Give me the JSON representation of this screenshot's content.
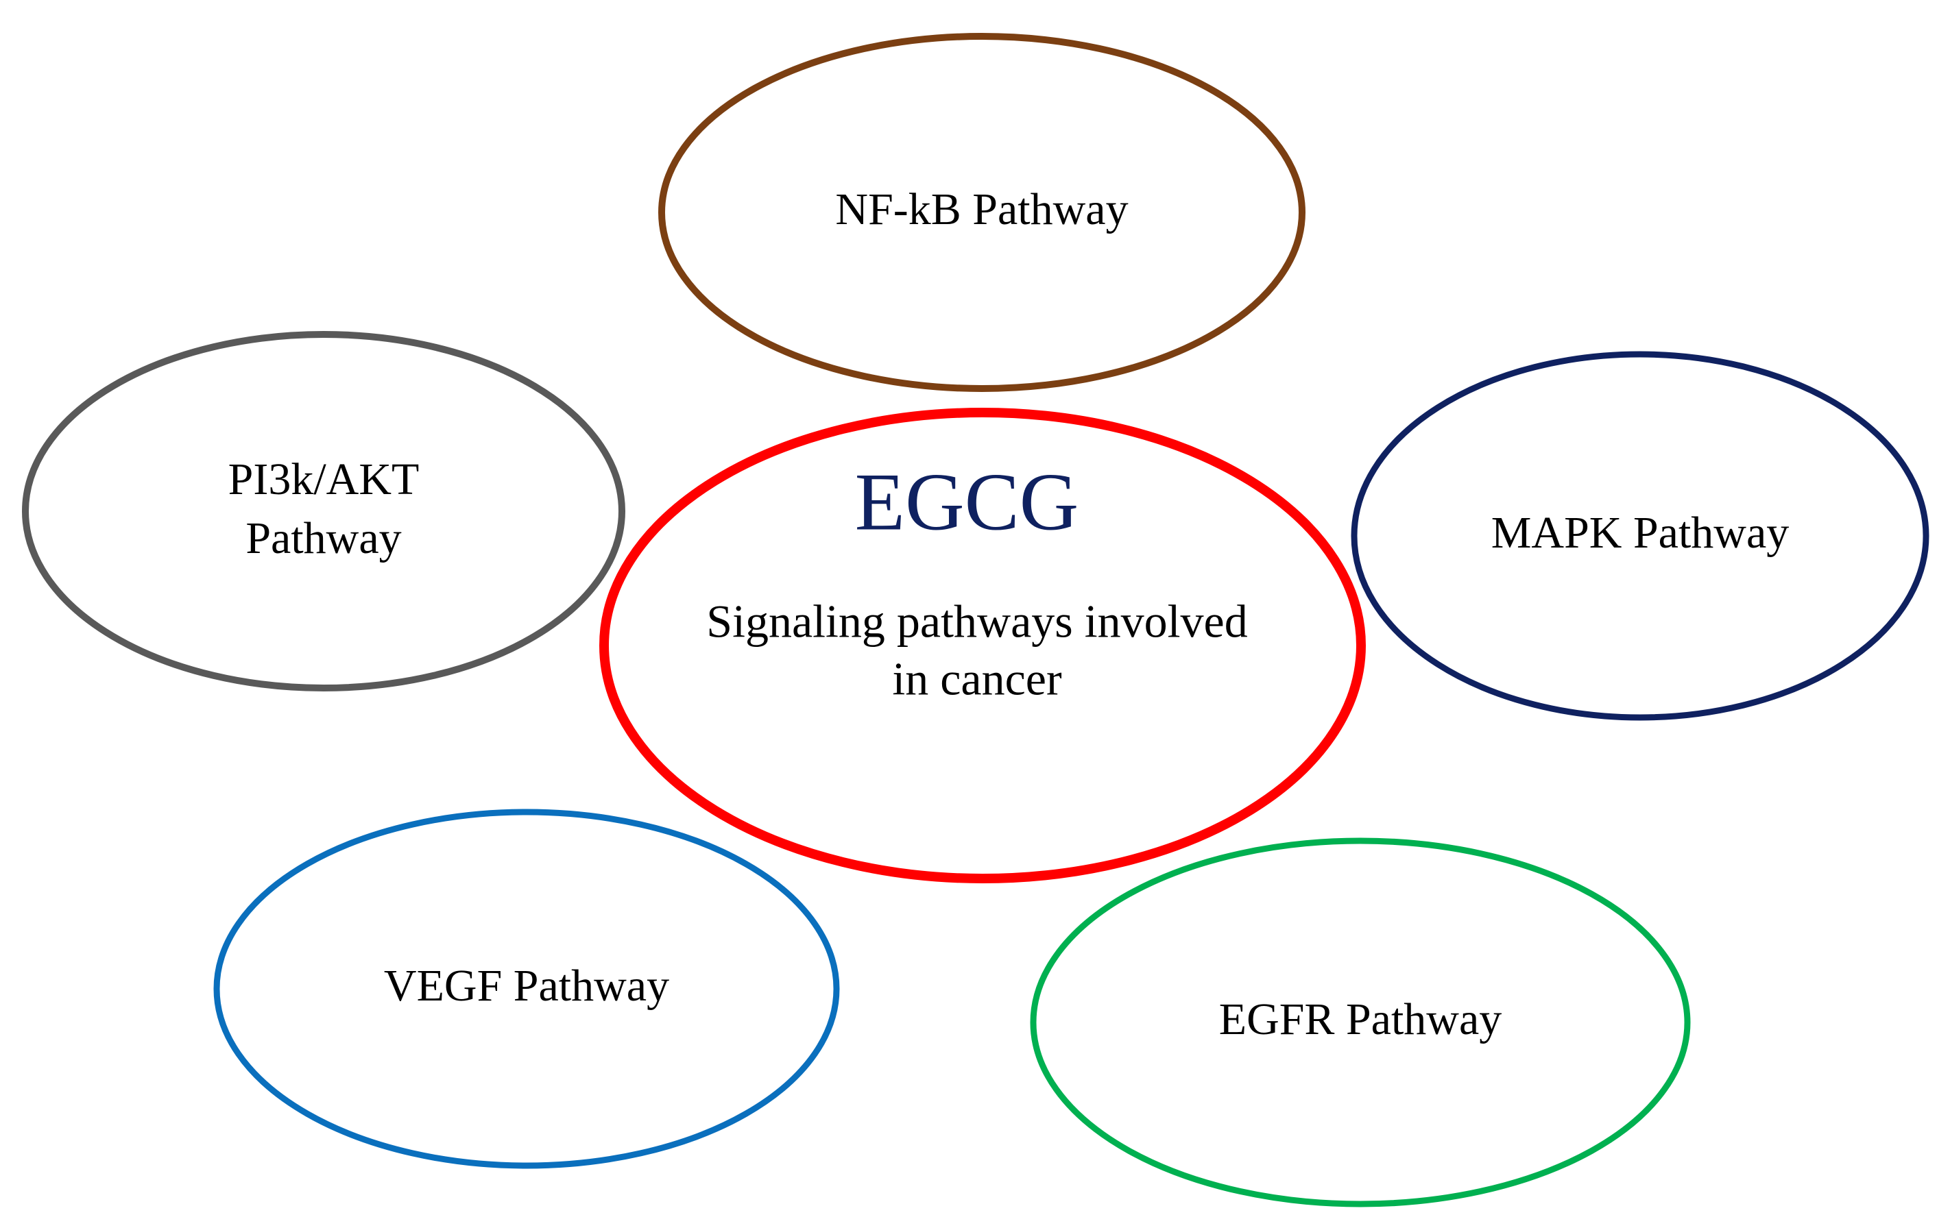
{
  "center": {
    "title": "EGCG",
    "subtitle_line1": "Signaling pathways involved",
    "subtitle_line2": "in cancer",
    "border_color": "#ff0000",
    "title_color": "#0f2160"
  },
  "nodes": {
    "nfkb": {
      "label": "NF-kB Pathway",
      "color": "#7b3f12"
    },
    "pi3k": {
      "label_line1": "PI3k/AKT",
      "label_line2": "Pathway",
      "color": "#595959"
    },
    "mapk": {
      "label": "MAPK Pathway",
      "color": "#0f2160"
    },
    "vegf": {
      "label": "VEGF Pathway",
      "color": "#0a6fbd"
    },
    "egfr": {
      "label": "EGFR Pathway",
      "color": "#00b050"
    }
  }
}
